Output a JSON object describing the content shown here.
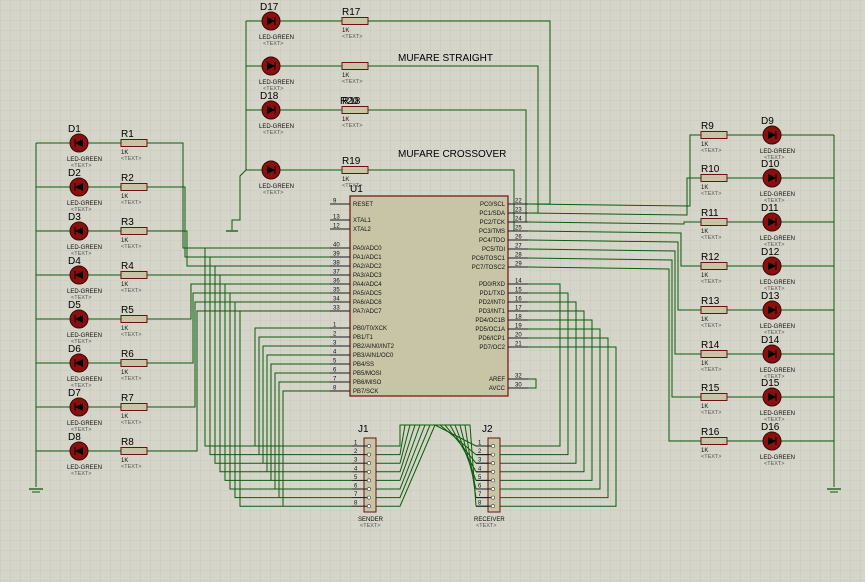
{
  "annotations": {
    "straight": "MUFARE STRAIGHT",
    "crossover": "MUFARE CROSSOVER"
  },
  "placeholder_text": "<TEXT>",
  "led_type_label": "LED-GREEN",
  "resistor_value_label": "1K",
  "left_leds": [
    {
      "led": "D1",
      "res": "R1"
    },
    {
      "led": "D2",
      "res": "R2"
    },
    {
      "led": "D3",
      "res": "R3"
    },
    {
      "led": "D4",
      "res": "R4"
    },
    {
      "led": "D5",
      "res": "R5"
    },
    {
      "led": "D6",
      "res": "R6"
    },
    {
      "led": "D7",
      "res": "R7"
    },
    {
      "led": "D8",
      "res": "R8"
    }
  ],
  "right_leds": [
    {
      "led": "D9",
      "res": "R9"
    },
    {
      "led": "D10",
      "res": "R10"
    },
    {
      "led": "D11",
      "res": "R11"
    },
    {
      "led": "D12",
      "res": "R12"
    },
    {
      "led": "D13",
      "res": "R13"
    },
    {
      "led": "D14",
      "res": "R14"
    },
    {
      "led": "D15",
      "res": "R15"
    },
    {
      "led": "D16",
      "res": "R16"
    }
  ],
  "top_leds": [
    {
      "led": "D17",
      "res": "R17"
    },
    {
      "led": "",
      "res": ""
    },
    {
      "led": "D18",
      "res": "R18"
    },
    {
      "led": "",
      "res": "R19"
    }
  ],
  "top_extra_res_label": "R20",
  "mcu": {
    "ref": "U1",
    "left_pins": [
      {
        "name": "RESET",
        "num": "9"
      },
      {
        "name": "XTAL1",
        "num": "13"
      },
      {
        "name": "XTAL2",
        "num": "12"
      },
      {
        "name": "PA0/ADC0",
        "num": "40"
      },
      {
        "name": "PA1/ADC1",
        "num": "39"
      },
      {
        "name": "PA2/ADC2",
        "num": "38"
      },
      {
        "name": "PA3/ADC3",
        "num": "37"
      },
      {
        "name": "PA4/ADC4",
        "num": "36"
      },
      {
        "name": "PA5/ADC5",
        "num": "35"
      },
      {
        "name": "PA6/ADC6",
        "num": "34"
      },
      {
        "name": "PA7/ADC7",
        "num": "33"
      },
      {
        "name": "PB0/T0/XCK",
        "num": "1"
      },
      {
        "name": "PB1/T1",
        "num": "2"
      },
      {
        "name": "PB2/AIN0/INT2",
        "num": "3"
      },
      {
        "name": "PB3/AIN1/OC0",
        "num": "4"
      },
      {
        "name": "PB4/SS",
        "num": "5"
      },
      {
        "name": "PB5/MOSI",
        "num": "6"
      },
      {
        "name": "PB6/MISO",
        "num": "7"
      },
      {
        "name": "PB7/SCK",
        "num": "8"
      }
    ],
    "right_pins": [
      {
        "name": "PC0/SCL",
        "num": "22"
      },
      {
        "name": "PC1/SDA",
        "num": "23"
      },
      {
        "name": "PC2/TCK",
        "num": "24"
      },
      {
        "name": "PC3/TMS",
        "num": "25"
      },
      {
        "name": "PC4/TDO",
        "num": "26"
      },
      {
        "name": "PC5/TDI",
        "num": "27"
      },
      {
        "name": "PC6/TOSC1",
        "num": "28"
      },
      {
        "name": "PC7/TOSC2",
        "num": "29"
      },
      {
        "name": "PD0/RXD",
        "num": "14"
      },
      {
        "name": "PD1/TXD",
        "num": "15"
      },
      {
        "name": "PD2/INT0",
        "num": "16"
      },
      {
        "name": "PD3/INT1",
        "num": "17"
      },
      {
        "name": "PD4/OC1B",
        "num": "18"
      },
      {
        "name": "PD5/OC1A",
        "num": "19"
      },
      {
        "name": "PD6/ICP1",
        "num": "20"
      },
      {
        "name": "PD7/OC2",
        "num": "21"
      },
      {
        "name": "AREF",
        "num": "32"
      },
      {
        "name": "AVCC",
        "num": "30"
      }
    ]
  },
  "connectors": [
    {
      "ref": "J1",
      "label": "SENDER",
      "pins": [
        "1",
        "2",
        "3",
        "4",
        "5",
        "6",
        "7",
        "8"
      ]
    },
    {
      "ref": "J2",
      "label": "RECEIVER",
      "pins": [
        "1",
        "2",
        "3",
        "4",
        "5",
        "6",
        "7",
        "8"
      ]
    }
  ],
  "colors": {
    "background": "#d5d5c9",
    "grid": "#bdbdb0",
    "wire": "#0d5c0d",
    "component_outline": "#6e1010",
    "led_fill": "#8a1010",
    "ic_body": "#c8c5a6"
  }
}
